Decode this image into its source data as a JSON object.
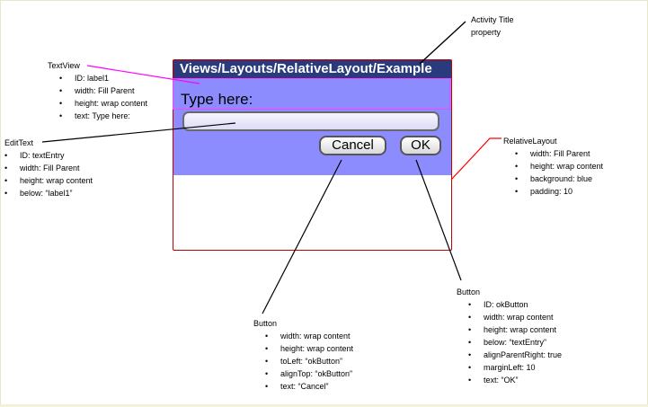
{
  "activity": {
    "title": "Views/Layouts/RelativeLayout/Example",
    "label_text": "Type here:",
    "cancel_label": "Cancel",
    "ok_label": "OK"
  },
  "annotations": {
    "activity_title": {
      "title": "Activity Title property"
    },
    "textview": {
      "title": "TextView",
      "items": [
        "ID: label1",
        "width: Fill Parent",
        "height: wrap content",
        "text: Type here:"
      ]
    },
    "edittext": {
      "title": "EditText",
      "items": [
        "ID: textEntry",
        "width: Fill Parent",
        "height: wrap content",
        "below: “label1”"
      ]
    },
    "relativelayout": {
      "title": "RelativeLayout",
      "items": [
        "width: Fill Parent",
        "height: wrap content",
        "background: blue",
        "padding: 10"
      ]
    },
    "cancel_button": {
      "title": "Button",
      "items": [
        "width: wrap content",
        "height: wrap content",
        "toLeft: “okButton”",
        "alignTop: “okButton”",
        "text: “Cancel”"
      ]
    },
    "ok_button": {
      "title": "Button",
      "items": [
        "ID: okButton",
        "width: wrap content",
        "height: wrap content",
        "below: “textEntry”",
        "alignParentRight: true",
        "marginLeft: 10",
        "text: “OK”"
      ]
    }
  },
  "colors": {
    "title_bar": "#293b7c",
    "layout_background": "#8c8cff",
    "textview_highlight": "#ff40ff",
    "layout_outline": "#c00000"
  }
}
